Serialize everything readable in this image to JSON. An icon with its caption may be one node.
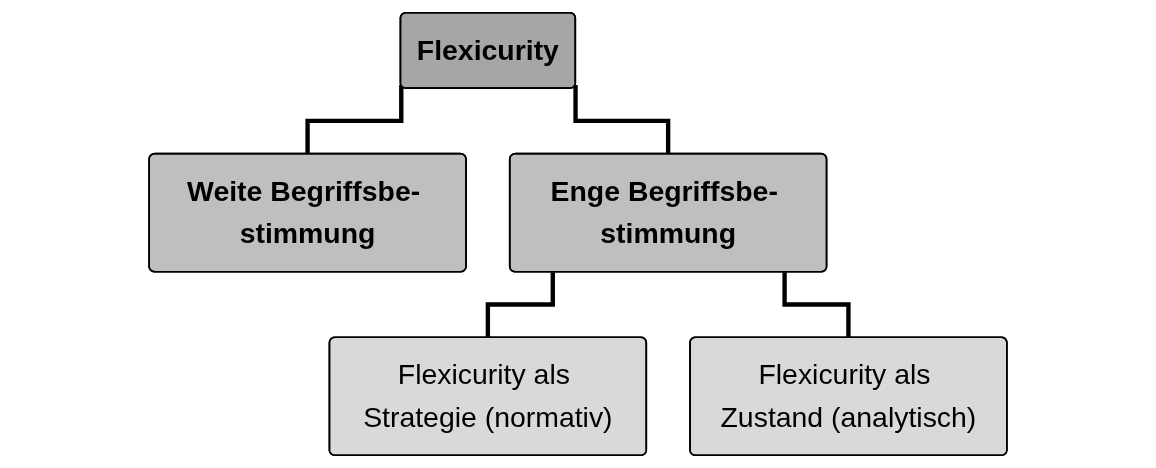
{
  "diagram": {
    "nodes": [
      {
        "text": [
          "Flexicurity"
        ]
      },
      {
        "text": [
          "Weite Begriffsbe- stimmung"
        ]
      },
      {
        "text": [
          "Enge Begriffsbe- stimmung"
        ]
      },
      {
        "text": [
          "Flexicurity als Strategie (normativ)"
        ]
      },
      {
        "text": [
          "Flexicurity als Zustand (analytisch)"
        ]
      }
    ],
    "edges": [
      {
        "from": 0,
        "to": 1,
        "arrow": "none"
      },
      {
        "from": 0,
        "to": 2,
        "arrow": "none"
      },
      {
        "from": 2,
        "to": 3,
        "arrow": "none"
      },
      {
        "from": 2,
        "to": 4,
        "arrow": "none"
      }
    ]
  }
}
